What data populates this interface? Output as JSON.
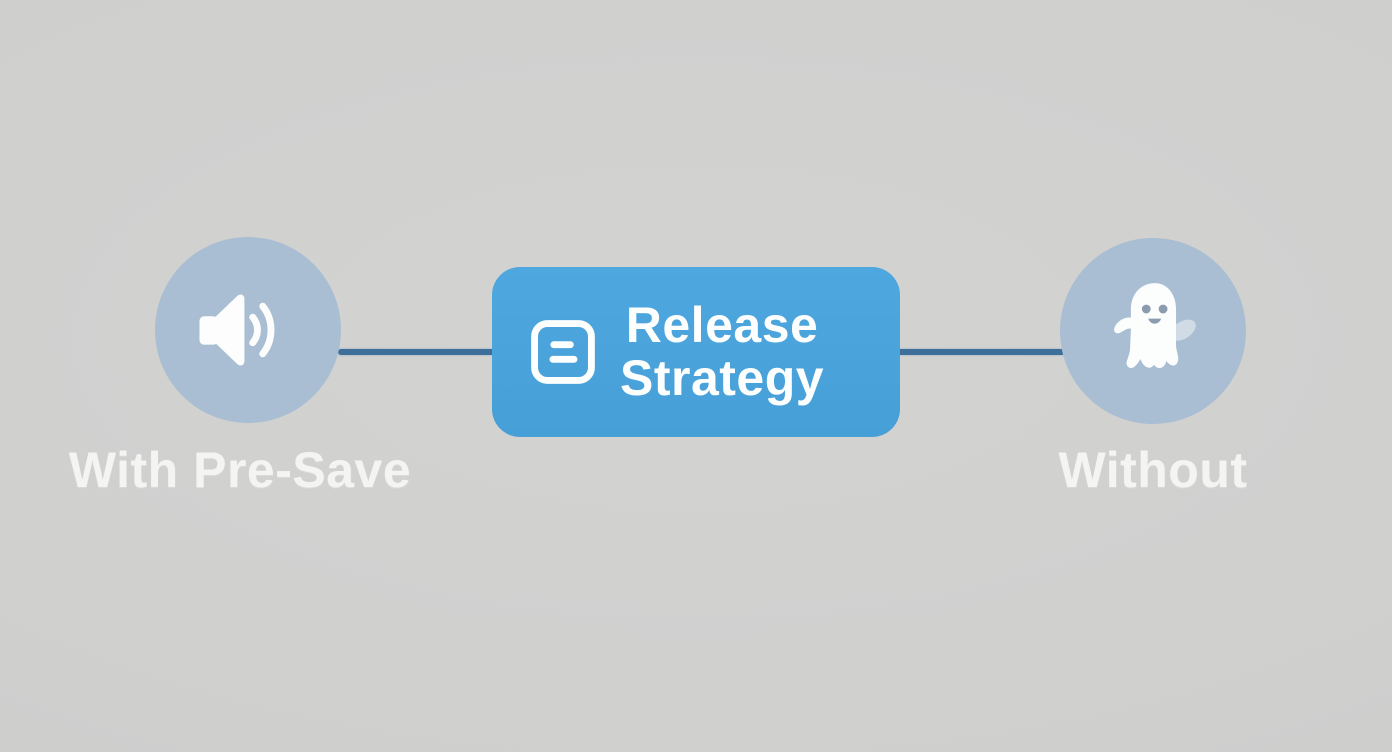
{
  "diagram": {
    "center_box": {
      "title_line1": "Release",
      "title_line2": "Strategy",
      "icon": "document-list-icon",
      "bg_color": "#4aa3db",
      "text_color": "#fdfefe"
    },
    "left_node": {
      "label": "With Pre-Save",
      "icon": "speaker-icon",
      "circle_color": "#a9bed3"
    },
    "right_node": {
      "label": "Without",
      "icon": "ghost-icon",
      "circle_color": "#a9bed3",
      "ghost_face_color": "#8a9cae"
    },
    "connector_color": "#3e6f9b",
    "background_color": "#cfcfce",
    "label_color": "#f4f5f3"
  }
}
